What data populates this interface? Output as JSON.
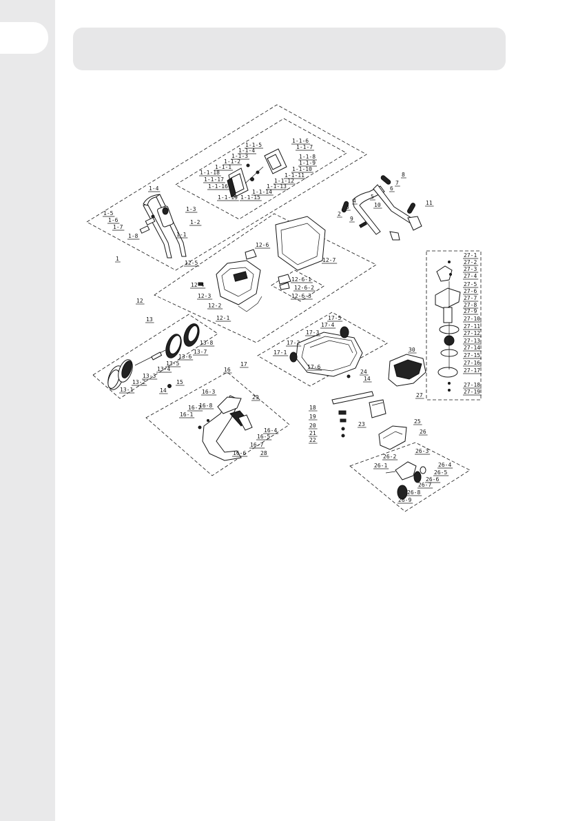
{
  "labels": [
    [
      "1-1-5",
      356,
      213
    ],
    [
      "1-1-4",
      346,
      221
    ],
    [
      "1-1-3",
      336,
      229
    ],
    [
      "1-1-2",
      325,
      237
    ],
    [
      "1-1-1",
      312,
      245
    ],
    [
      "1-1-18",
      290,
      253
    ],
    [
      "1-1-17",
      296,
      263
    ],
    [
      "1-1-16",
      302,
      273
    ],
    [
      "1-1-19",
      316,
      289
    ],
    [
      "1-1-15",
      349,
      289
    ],
    [
      "1-1-14",
      366,
      281
    ],
    [
      "1-1-13",
      387,
      273
    ],
    [
      "1-1-12",
      398,
      265
    ],
    [
      "1-1-11",
      413,
      257
    ],
    [
      "1-1-10",
      424,
      248
    ],
    [
      "1-1-9",
      434,
      239
    ],
    [
      "1-1-8",
      434,
      230
    ],
    [
      "1-1-7",
      430,
      216
    ],
    [
      "1-1-6",
      424,
      207
    ],
    [
      "1-4",
      216,
      276
    ],
    [
      "1-5",
      150,
      312
    ],
    [
      "1-6",
      157,
      322
    ],
    [
      "1-7",
      164,
      332
    ],
    [
      "1-3",
      270,
      306
    ],
    [
      "1-2",
      276,
      325
    ],
    [
      "1-1",
      256,
      343
    ],
    [
      "1-8",
      186,
      345
    ],
    [
      "1",
      168,
      378
    ],
    [
      "8",
      583,
      256
    ],
    [
      "7",
      574,
      268
    ],
    [
      "6",
      566,
      276
    ],
    [
      "5",
      538,
      288
    ],
    [
      "4",
      512,
      294
    ],
    [
      "3",
      502,
      303
    ],
    [
      "2",
      490,
      313
    ],
    [
      "10",
      543,
      300
    ],
    [
      "9",
      508,
      320
    ],
    [
      "11",
      618,
      297
    ],
    [
      "12-6",
      371,
      358
    ],
    [
      "12-5",
      268,
      384
    ],
    [
      "12-7",
      468,
      380
    ],
    [
      "12-4",
      277,
      416
    ],
    [
      "12-6-1",
      423,
      408
    ],
    [
      "12-6-2",
      427,
      420
    ],
    [
      "12-6-3",
      423,
      432
    ],
    [
      "12-3",
      287,
      432
    ],
    [
      "12",
      198,
      439
    ],
    [
      "12-2",
      302,
      446
    ],
    [
      "12-1",
      314,
      464
    ],
    [
      "13",
      212,
      466
    ],
    [
      "13-8",
      290,
      500
    ],
    [
      "13-7",
      281,
      513
    ],
    [
      "13-6",
      259,
      520
    ],
    [
      "13-5",
      241,
      530
    ],
    [
      "13-4",
      228,
      538
    ],
    [
      "13-3",
      207,
      548
    ],
    [
      "13-2",
      192,
      557
    ],
    [
      "13-1",
      174,
      568
    ],
    [
      "15",
      256,
      557
    ],
    [
      "14",
      232,
      569
    ],
    [
      "17-5",
      476,
      464
    ],
    [
      "17-4",
      466,
      474
    ],
    [
      "17-3",
      444,
      485
    ],
    [
      "17-2",
      416,
      500
    ],
    [
      "17-1",
      397,
      514
    ],
    [
      "17",
      349,
      531
    ],
    [
      "17-6",
      446,
      535
    ],
    [
      "24",
      523,
      542
    ],
    [
      "14",
      528,
      552
    ],
    [
      "16",
      325,
      539
    ],
    [
      "16-3",
      293,
      571
    ],
    [
      "29",
      366,
      579
    ],
    [
      "16-8",
      289,
      591
    ],
    [
      "16-7",
      273,
      594
    ],
    [
      "16-1",
      261,
      604
    ],
    [
      "16-4",
      383,
      627
    ],
    [
      "16-5",
      373,
      636
    ],
    [
      "16-7",
      363,
      648
    ],
    [
      "28",
      378,
      660
    ],
    [
      "16-6",
      338,
      660
    ],
    [
      "18",
      449,
      594
    ],
    [
      "19",
      449,
      607
    ],
    [
      "20",
      449,
      620
    ],
    [
      "23",
      520,
      618
    ],
    [
      "21",
      449,
      631
    ],
    [
      "22",
      449,
      641
    ],
    [
      "30",
      593,
      510
    ],
    [
      "27",
      604,
      576
    ],
    [
      "25",
      601,
      614
    ],
    [
      "26",
      609,
      629
    ],
    [
      "26-3",
      603,
      657
    ],
    [
      "26-2",
      556,
      665
    ],
    [
      "26-1",
      543,
      678
    ],
    [
      "26-4",
      636,
      677
    ],
    [
      "26-5",
      630,
      688
    ],
    [
      "26-6",
      618,
      698
    ],
    [
      "26-7",
      607,
      706
    ],
    [
      "26-8",
      591,
      717
    ],
    [
      "26-9",
      578,
      728
    ],
    [
      "27-1",
      673,
      373
    ],
    [
      "27-2",
      673,
      383
    ],
    [
      "27-3",
      673,
      393
    ],
    [
      "27-4",
      673,
      403
    ],
    [
      "27-5",
      673,
      415
    ],
    [
      "27-6",
      673,
      425
    ],
    [
      "27-7",
      673,
      435
    ],
    [
      "27-8",
      673,
      445
    ],
    [
      "27-9",
      673,
      454
    ],
    [
      "27-10",
      673,
      465
    ],
    [
      "27-11",
      673,
      476
    ],
    [
      "27-12",
      673,
      486
    ],
    [
      "27-13",
      673,
      497
    ],
    [
      "27-14",
      673,
      507
    ],
    [
      "27-15",
      673,
      518
    ],
    [
      "27-16",
      673,
      529
    ],
    [
      "27-17",
      673,
      540
    ],
    [
      "27-18",
      673,
      561
    ],
    [
      "27-19",
      673,
      571
    ]
  ]
}
